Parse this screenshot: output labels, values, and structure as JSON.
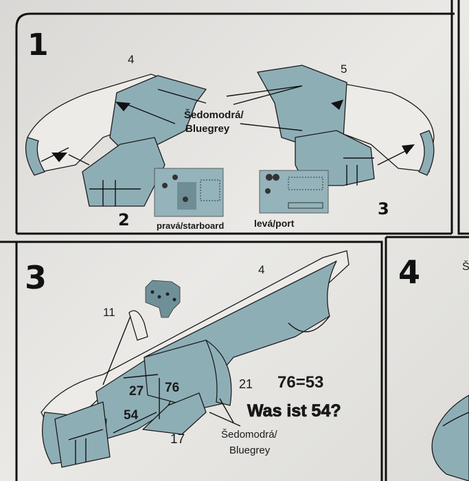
{
  "step1": {
    "number": "1",
    "part_left": "4",
    "part_right": "5",
    "color_label_line1": "Šedomodrá/",
    "color_label_line2": "Bluegrey",
    "part_bottom_left": "2",
    "part_bottom_right": "3",
    "panel_starboard": "pravá/starboard",
    "panel_port": "levá/port"
  },
  "step3": {
    "number": "3",
    "part_fuselage": "4",
    "part_11": "11",
    "part_27": "27",
    "part_76": "76",
    "part_21": "21",
    "part_54": "54",
    "part_17": "17",
    "color_label_line1": "Šedomodrá/",
    "color_label_line2": "Bluegrey",
    "annotation_equation": "76=53",
    "annotation_question": "Was ist 54?"
  },
  "step4": {
    "number": "4",
    "partial_label": "Š"
  },
  "colors": {
    "bluegrey": "#8eaeb6",
    "paper": "#e6e5e1"
  }
}
